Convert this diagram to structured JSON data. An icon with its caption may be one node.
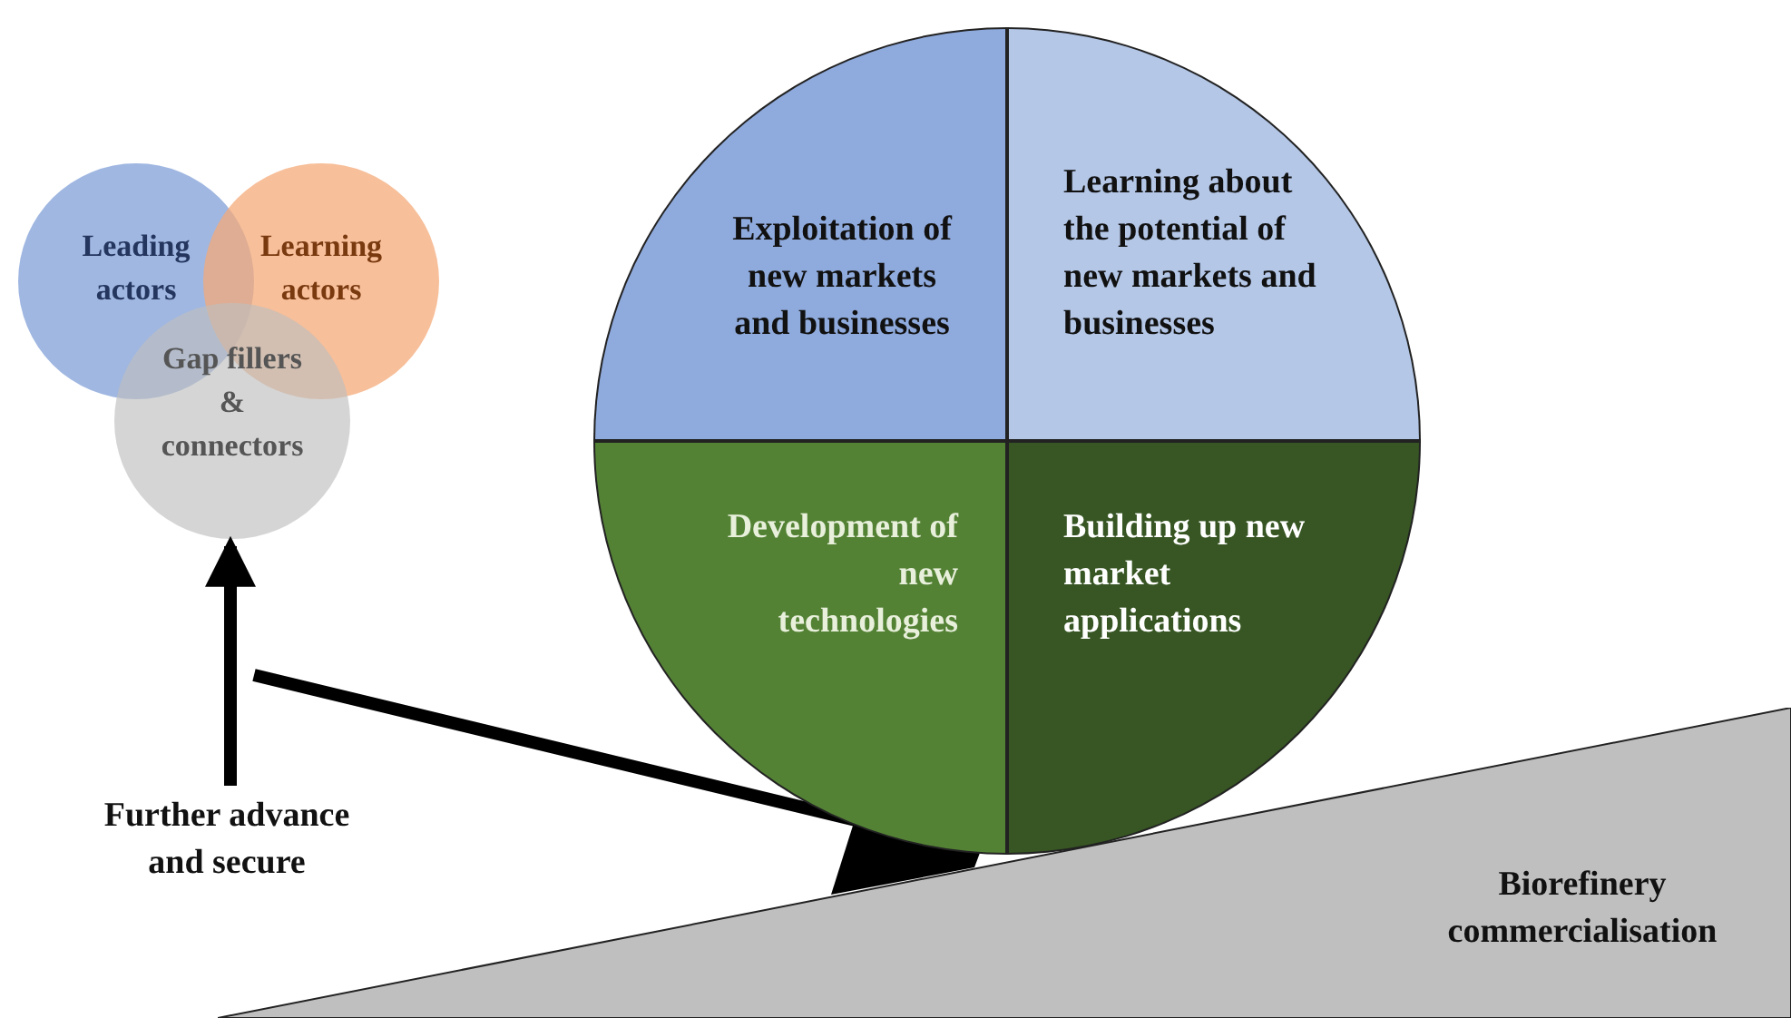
{
  "diagram": {
    "nodes": [
      {
        "text": [
          "Leading actors"
        ]
      },
      {
        "text": [
          "Learning actors"
        ]
      },
      {
        "text": [
          "Gap fillers & connectors"
        ]
      },
      {
        "text": [
          "Exploitation of new markets and businesses"
        ]
      },
      {
        "text": [
          "Learning about the potential of new markets and businesses"
        ]
      },
      {
        "text": [
          "Development of new technologies"
        ]
      },
      {
        "text": [
          "Building up new market applications"
        ]
      },
      {
        "text": [
          "Biorefinery commercialisation"
        ]
      },
      {
        "text": [
          "Further advance and secure"
        ]
      }
    ],
    "edges": [
      {
        "from": 8,
        "to": 2,
        "arrow": "to"
      }
    ]
  }
}
